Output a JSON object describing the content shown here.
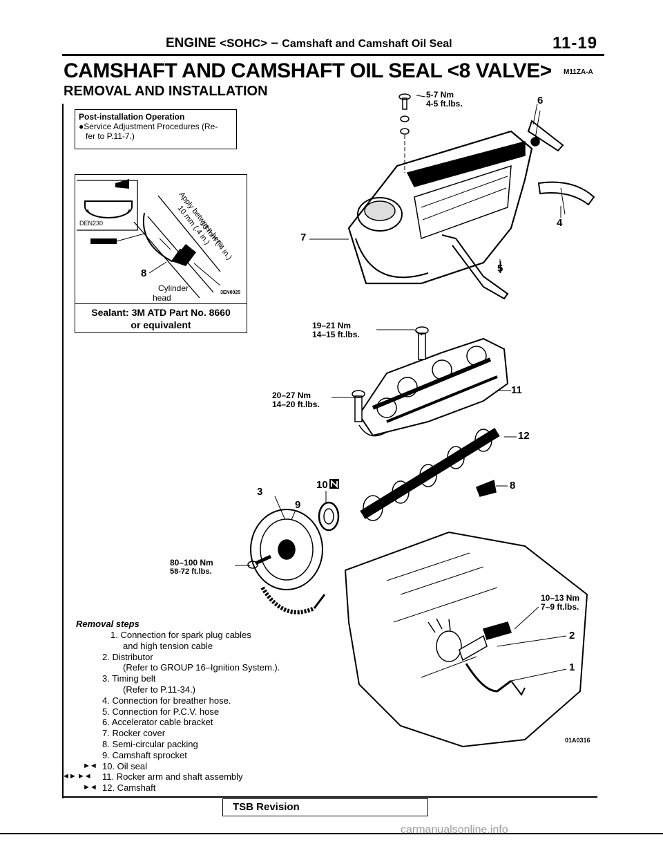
{
  "header": {
    "engine": "ENGINE",
    "variant": "<SOHC>",
    "dash": "–",
    "section": "Camshaft and Camshaft Oil Seal",
    "page": "11-19"
  },
  "title": "CAMSHAFT AND CAMSHAFT OIL SEAL <8 VALVE>",
  "ref_code": "M11ZA-A",
  "subtitle": "REMOVAL AND INSTALLATION",
  "post_installation": {
    "title": "Post-installation Operation",
    "lines": [
      "●Service Adjustment Procedures (Re-",
      "fer to P.11-7.)"
    ]
  },
  "sealant_detail": {
    "note_apply": "Apply between here",
    "dim1": "10 mm (.4 in.)",
    "dim2": "10 mm (.4 in.)",
    "part_code": "DEN230",
    "label_cyl_1": "Cylinder",
    "label_cyl_2": "head",
    "fig_code": "3EN0025",
    "item_number": "8",
    "caption_1": "Sealant: 3M ATD Part No. 8660",
    "caption_2": "or equivalent"
  },
  "torques": [
    {
      "nm": "5-7 Nm",
      "ftlb": "4-5 ft.lbs."
    },
    {
      "nm": "19–21 Nm",
      "ftlb": "14–15 ft.lbs."
    },
    {
      "nm": "20–27 Nm",
      "ftlb": "14–20 ft.lbs."
    },
    {
      "nm": "80–100 Nm",
      "ftlb": "58-72 ft.lbs."
    },
    {
      "nm": "10–13 Nm",
      "ftlb": "7–9 ft.lbs."
    }
  ],
  "callouts": [
    "1",
    "2",
    "3",
    "4",
    "5",
    "6",
    "7",
    "8",
    "9",
    "10",
    "11",
    "12"
  ],
  "figure_code": "01A0316",
  "removal_steps": {
    "title": "Removal steps",
    "items": [
      {
        "marks": "",
        "text": "1. Connection for spark plug cables",
        "sub": "and high tension cable"
      },
      {
        "marks": "",
        "text": "2. Distributor",
        "sub": "(Refer to GROUP 16–Ignition System.)."
      },
      {
        "marks": "",
        "text": "3. Timing belt",
        "sub": "(Refer to P.11-34.)"
      },
      {
        "marks": "",
        "text": "4. Connection for breather hose.",
        "sub": ""
      },
      {
        "marks": "",
        "text": "5. Connection for P.C.V. hose",
        "sub": ""
      },
      {
        "marks": "",
        "text": "6. Accelerator cable bracket",
        "sub": ""
      },
      {
        "marks": "",
        "text": "7. Rocker cover",
        "sub": ""
      },
      {
        "marks": "",
        "text": "8. Semi-circular packing",
        "sub": ""
      },
      {
        "marks": "",
        "text": "9. Camshaft sprocket",
        "sub": ""
      },
      {
        "marks": "►◄",
        "text": "10. Oil seal",
        "sub": ""
      },
      {
        "marks": "◄► ►◄",
        "text": "11. Rocker arm and shaft assembly",
        "sub": ""
      },
      {
        "marks": "►◄",
        "text": "12. Camshaft",
        "sub": ""
      }
    ]
  },
  "tsb": "TSB Revision",
  "watermark": "carmanualsonline.info"
}
